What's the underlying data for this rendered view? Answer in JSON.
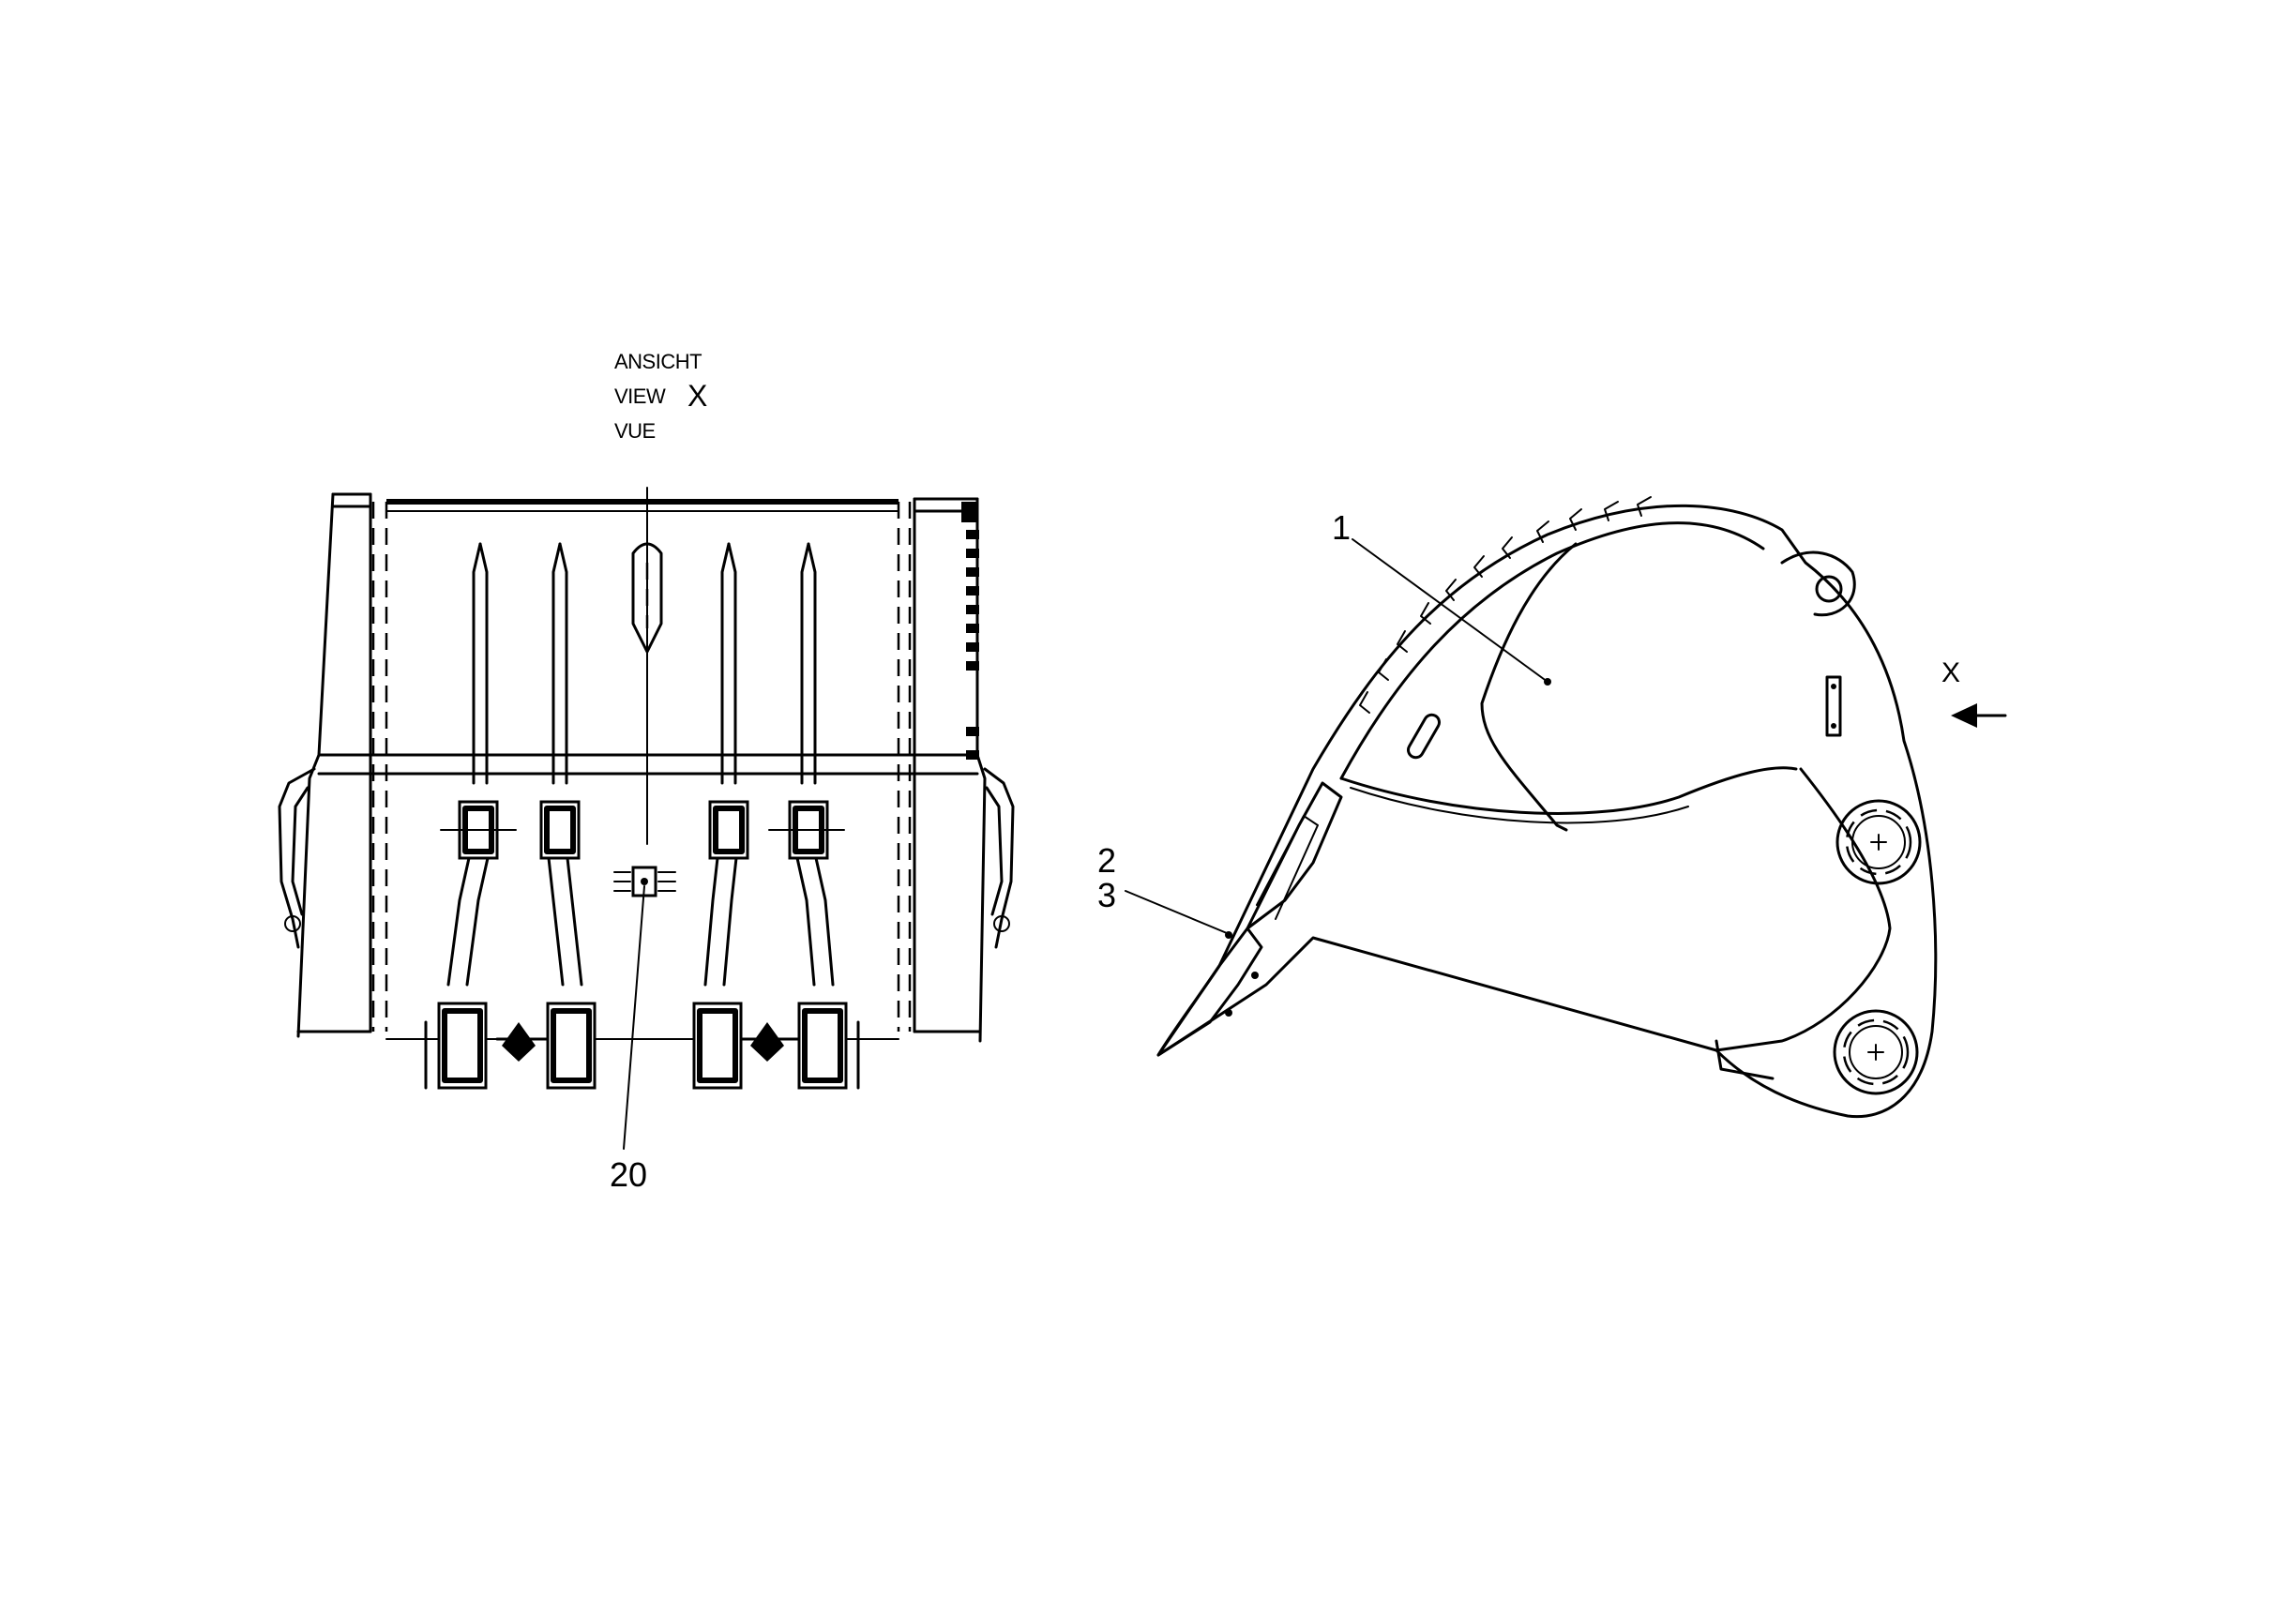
{
  "view_label": {
    "line_de": "ANSICHT",
    "line_en": "VIEW",
    "line_fr": "VUE",
    "view_letter": "X"
  },
  "direction_marker": {
    "letter": "X"
  },
  "callouts": {
    "part_1": "1",
    "part_2": "2",
    "part_3": "3",
    "part_20": "20"
  }
}
